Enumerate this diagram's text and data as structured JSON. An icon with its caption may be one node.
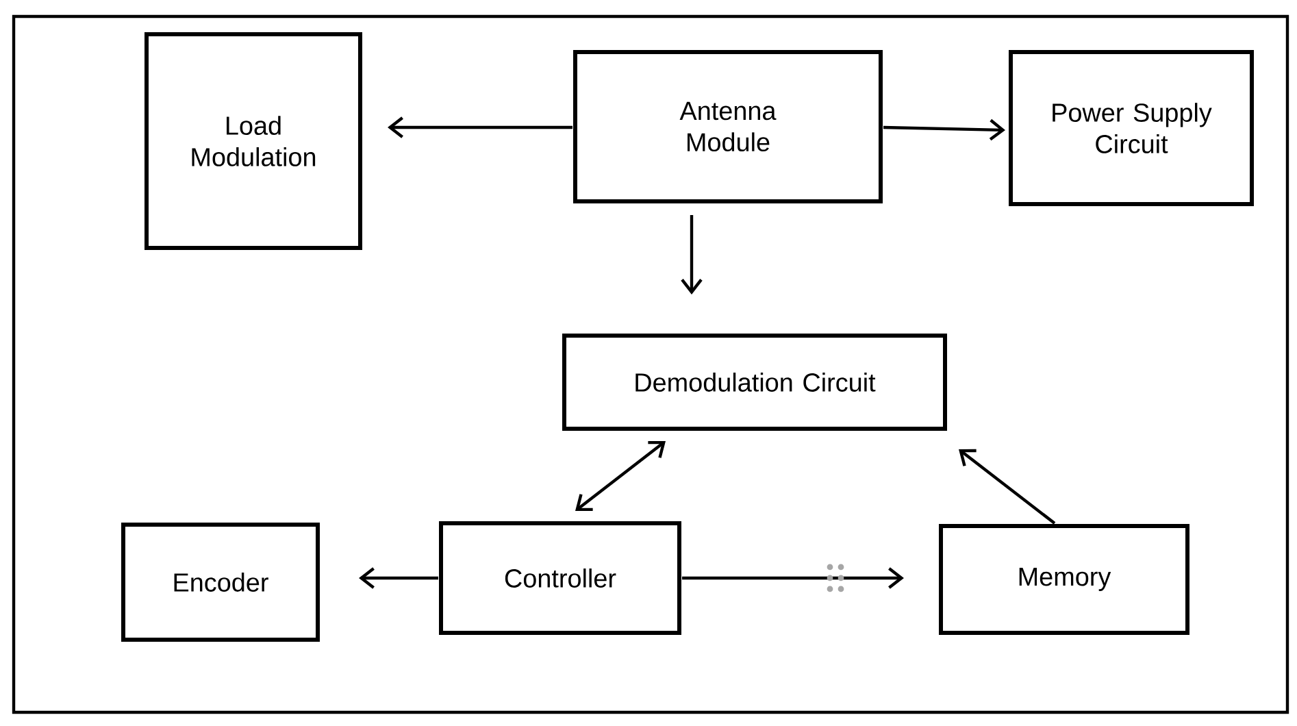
{
  "diagram": {
    "nodes": [
      {
        "text": [
          "Load Modulation"
        ]
      },
      {
        "text": [
          "Antenna Module"
        ]
      },
      {
        "text": [
          "Power Supply Circuit"
        ]
      },
      {
        "text": [
          "Demodulation Circuit"
        ]
      },
      {
        "text": [
          "Encoder"
        ]
      },
      {
        "text": [
          "Controller"
        ]
      },
      {
        "text": [
          "Memory"
        ]
      }
    ],
    "edges": [
      {
        "from": 1,
        "to": 0,
        "arrow": "to"
      },
      {
        "from": 1,
        "to": 2,
        "arrow": "to"
      },
      {
        "from": 1,
        "to": 3,
        "arrow": "to"
      },
      {
        "from": 5,
        "to": 3,
        "arrow": "both"
      },
      {
        "from": 6,
        "to": 3,
        "arrow": "to"
      },
      {
        "from": 5,
        "to": 4,
        "arrow": "to"
      },
      {
        "from": 5,
        "to": 6,
        "arrow": "to"
      }
    ]
  }
}
